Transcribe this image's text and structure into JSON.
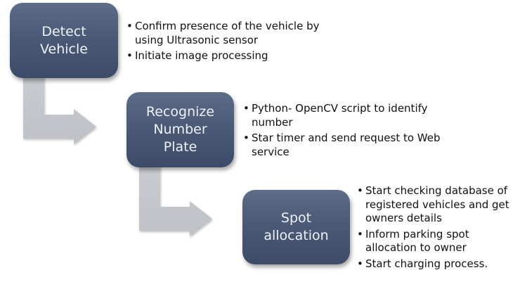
{
  "diagram": {
    "type": "process-flow",
    "colors": {
      "step_box": "#4a5a77",
      "step_text": "#eef2f8",
      "arrow": "#c5c7cc",
      "bullet_text": "#111111"
    },
    "steps": [
      {
        "title_lines": [
          "Detect",
          "Vehicle"
        ],
        "bullets": [
          "Confirm presence of the vehicle by using Ultrasonic sensor",
          "Initiate image processing"
        ]
      },
      {
        "title_lines": [
          "Recognize",
          "Number",
          "Plate"
        ],
        "bullets": [
          "Python- OpenCV script to identify number",
          "Star timer and send request to Web service"
        ]
      },
      {
        "title_lines": [
          "Spot",
          "allocation"
        ],
        "bullets": [
          "Start checking database of registered vehicles and get owners details",
          "Inform parking spot allocation to owner",
          "Start charging process."
        ]
      }
    ],
    "connectors": [
      {
        "from": 0,
        "to": 1,
        "icon": "bent-arrow-icon"
      },
      {
        "from": 1,
        "to": 2,
        "icon": "bent-arrow-icon"
      }
    ]
  }
}
